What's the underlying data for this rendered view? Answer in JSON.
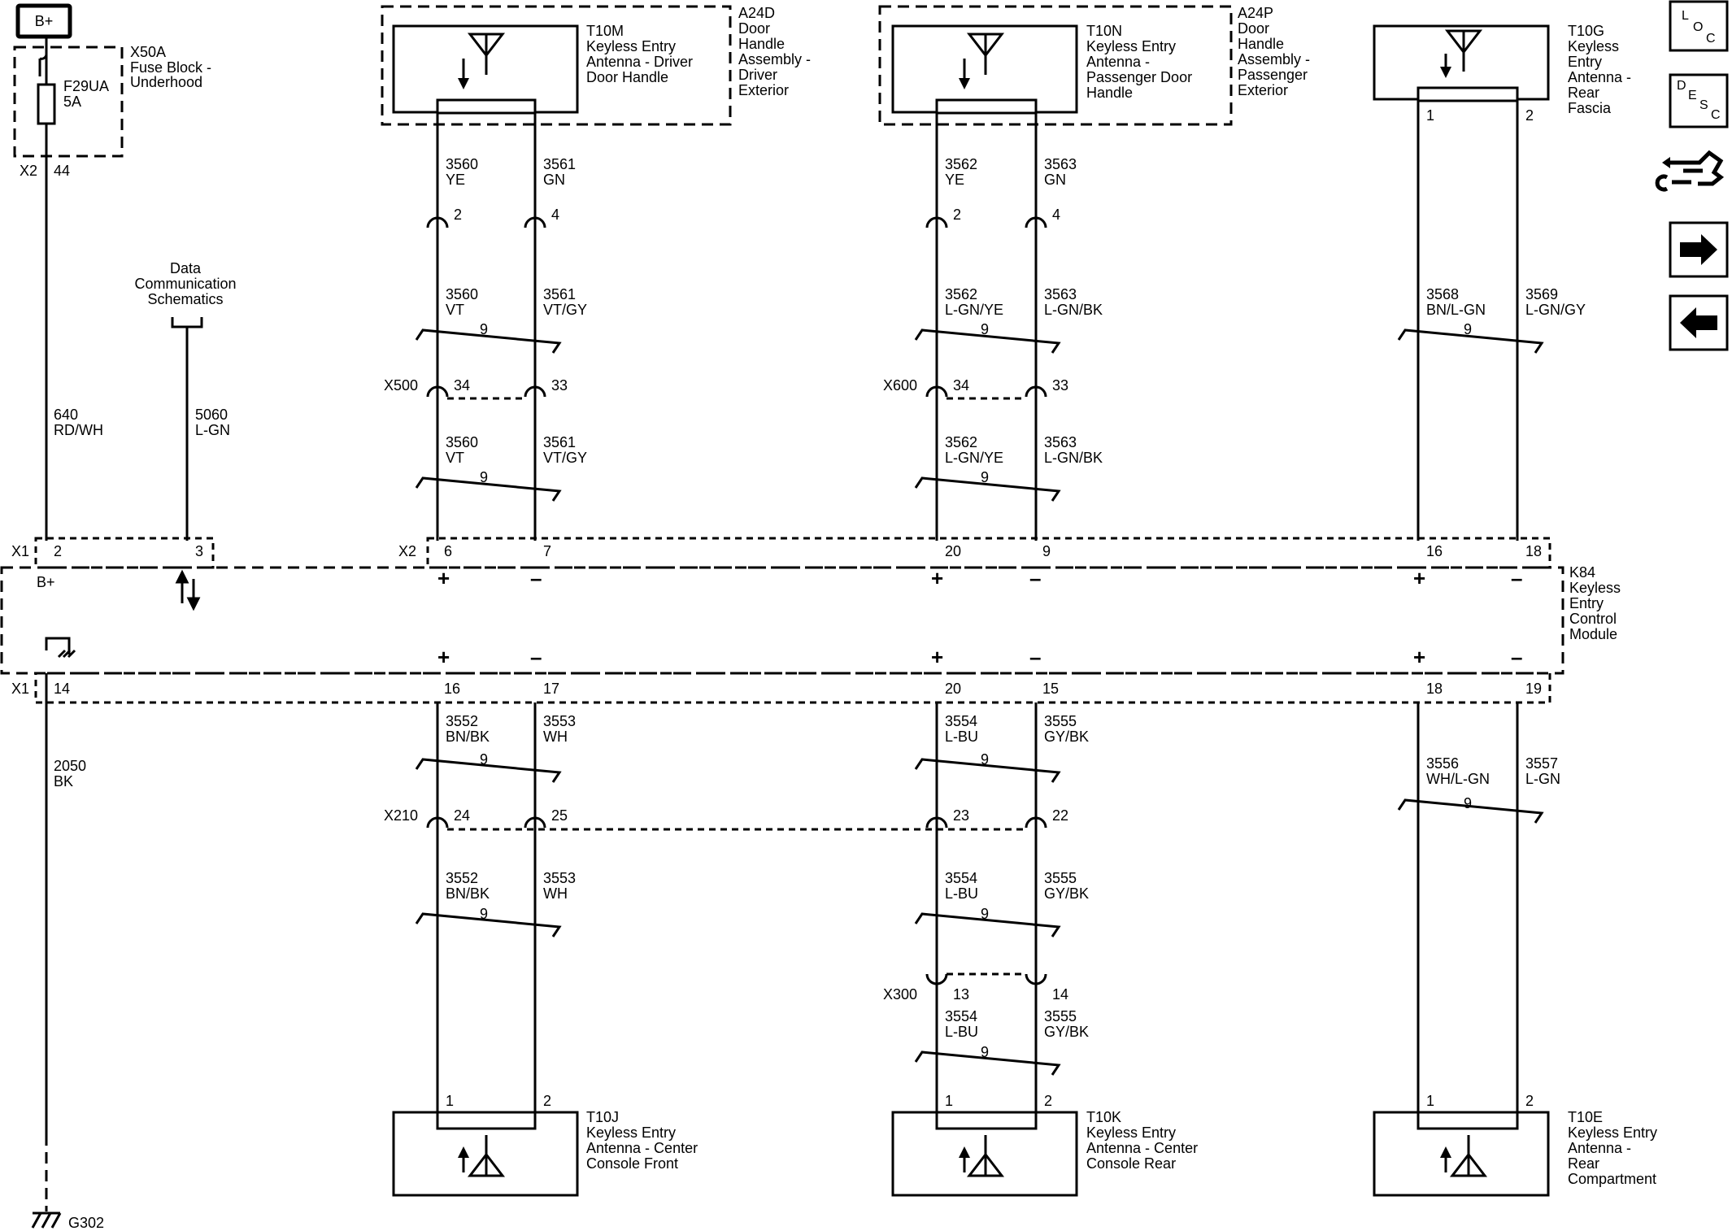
{
  "power": {
    "label": "B+"
  },
  "fuse_block": {
    "name": "X50A",
    "desc": [
      "Fuse Block -",
      "Underhood"
    ],
    "fuse": [
      "F29UA",
      "5A"
    ],
    "conn": "X2",
    "pin": "44"
  },
  "feed_wire": {
    "circuit": "640",
    "color": "RD/WH"
  },
  "data_comm": {
    "label": [
      "Data",
      "Communication",
      "Schematics"
    ],
    "circuit": "5060",
    "color": "L-GN"
  },
  "module": {
    "name": [
      "K84",
      "Keyless",
      "Entry",
      "Control",
      "Module"
    ],
    "bplus": "B+",
    "plus": "+",
    "minus": "–",
    "x1_top": {
      "conn": "X1",
      "pins": [
        "2",
        "3"
      ]
    },
    "x2_top": {
      "conn": "X2",
      "pins": [
        "6",
        "7",
        "20",
        "9",
        "16",
        "18"
      ]
    },
    "x1_bottom": {
      "conn": "X1",
      "pins": [
        "14",
        "16",
        "17",
        "20",
        "15",
        "18",
        "19"
      ]
    }
  },
  "ground": {
    "circuit": "2050",
    "color": "BK",
    "label": "G302"
  },
  "twist_count": "9",
  "antennas_top": [
    {
      "name": "T10M",
      "desc": [
        "Keyless Entry",
        "Antenna - Driver",
        "Door Handle"
      ],
      "assembly": [
        "A24D",
        "Door",
        "Handle",
        "Assembly -",
        "Driver",
        "Exterior"
      ],
      "wires_upper": [
        [
          "3560",
          "YE"
        ],
        [
          "3561",
          "GN"
        ]
      ],
      "conn_pins": [
        "2",
        "4"
      ],
      "wires_mid": [
        [
          "3560",
          "VT"
        ],
        [
          "3561",
          "VT/GY"
        ]
      ],
      "inline": {
        "conn": "X500",
        "pins": [
          "34",
          "33"
        ]
      },
      "wires_lower": [
        [
          "3560",
          "VT"
        ],
        [
          "3561",
          "VT/GY"
        ]
      ]
    },
    {
      "name": "T10N",
      "desc": [
        "Keyless Entry",
        "Antenna -",
        "Passenger Door",
        "Handle"
      ],
      "assembly": [
        "A24P",
        "Door",
        "Handle",
        "Assembly -",
        "Passenger",
        "Exterior"
      ],
      "wires_upper": [
        [
          "3562",
          "YE"
        ],
        [
          "3563",
          "GN"
        ]
      ],
      "conn_pins": [
        "2",
        "4"
      ],
      "wires_mid": [
        [
          "3562",
          "L-GN/YE"
        ],
        [
          "3563",
          "L-GN/BK"
        ]
      ],
      "inline": {
        "conn": "X600",
        "pins": [
          "34",
          "33"
        ]
      },
      "wires_lower": [
        [
          "3562",
          "L-GN/YE"
        ],
        [
          "3563",
          "L-GN/BK"
        ]
      ]
    },
    {
      "name": "T10G",
      "desc": [
        "Keyless",
        "Entry",
        "Antenna -",
        "Rear",
        "Fascia"
      ],
      "pins": [
        "1",
        "2"
      ],
      "wires": [
        [
          "3568",
          "BN/L-GN"
        ],
        [
          "3569",
          "L-GN/GY"
        ]
      ]
    }
  ],
  "antennas_bottom": [
    {
      "name": "T10J",
      "desc": [
        "Keyless Entry",
        "Antenna - Center",
        "Console Front"
      ],
      "pins": [
        "1",
        "2"
      ],
      "wires_upper": [
        [
          "3552",
          "BN/BK"
        ],
        [
          "3553",
          "WH"
        ]
      ],
      "wires_lower": [
        [
          "3552",
          "BN/BK"
        ],
        [
          "3553",
          "WH"
        ]
      ]
    },
    {
      "name": "T10K",
      "desc": [
        "Keyless Entry",
        "Antenna - Center",
        "Console Rear"
      ],
      "pins": [
        "1",
        "2"
      ],
      "wires_upper": [
        [
          "3554",
          "L-BU"
        ],
        [
          "3555",
          "GY/BK"
        ]
      ],
      "wires_mid": [
        [
          "3554",
          "L-BU"
        ],
        [
          "3555",
          "GY/BK"
        ]
      ],
      "inline": {
        "conn": "X300",
        "pins": [
          "13",
          "14"
        ]
      },
      "wires_lower": [
        [
          "3554",
          "L-BU"
        ],
        [
          "3555",
          "GY/BK"
        ]
      ]
    },
    {
      "name": "T10E",
      "desc": [
        "Keyless Entry",
        "Antenna -",
        "Rear",
        "Compartment"
      ],
      "pins": [
        "1",
        "2"
      ],
      "wires": [
        [
          "3556",
          "WH/L-GN"
        ],
        [
          "3557",
          "L-GN"
        ]
      ]
    }
  ],
  "x210": {
    "conn": "X210",
    "pins": [
      "24",
      "25",
      "23",
      "22"
    ]
  },
  "side_buttons": [
    {
      "icon": "loc-icon",
      "label": "LOC"
    },
    {
      "icon": "desc-icon",
      "label": "DESC"
    },
    {
      "icon": "wrench-hand-icon"
    },
    {
      "icon": "arrow-right-icon"
    },
    {
      "icon": "arrow-left-icon"
    }
  ]
}
